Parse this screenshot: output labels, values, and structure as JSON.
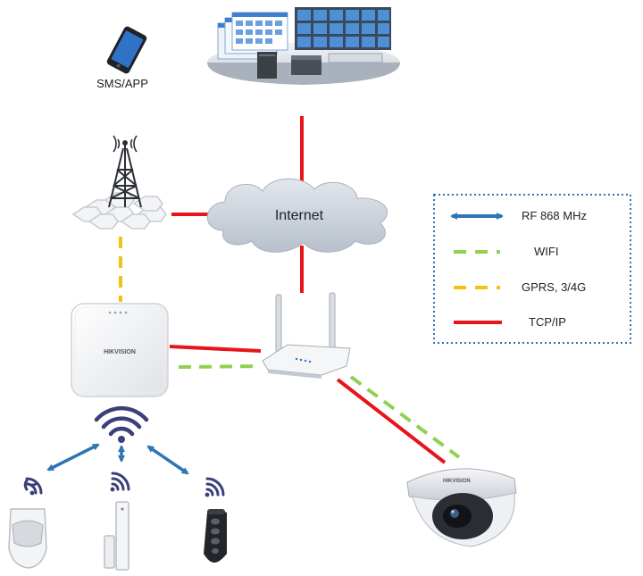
{
  "labels": {
    "phone": "SMS/APP",
    "internet": "Internet",
    "hub_brand": "HIKVISION",
    "camera_brand": "HIKVISION"
  },
  "legend": {
    "items": [
      {
        "label": "RF 868 MHz",
        "style": "arrow",
        "color": "#2e75b6"
      },
      {
        "label": "WIFI",
        "style": "dashed",
        "color": "#92d050"
      },
      {
        "label": "GPRS, 3/4G",
        "style": "dashed",
        "color": "#f4c20d"
      },
      {
        "label": "TCP/IP",
        "style": "solid",
        "color": "#e8141b"
      }
    ],
    "border_color": "#2e75b6"
  },
  "colors": {
    "tcpip": "#e8141b",
    "wifi": "#92d050",
    "gprs": "#f4c20d",
    "rf": "#2e75b6",
    "cloud": "#c9d0da"
  },
  "icons": [
    "smartphone-icon",
    "monitoring-center-icon",
    "cell-tower-icon",
    "internet-cloud-icon",
    "wifi-router-icon",
    "alarm-hub-icon",
    "wireless-signal-icon",
    "pir-detector-icon",
    "door-contact-icon",
    "key-fob-icon",
    "dome-camera-icon"
  ]
}
